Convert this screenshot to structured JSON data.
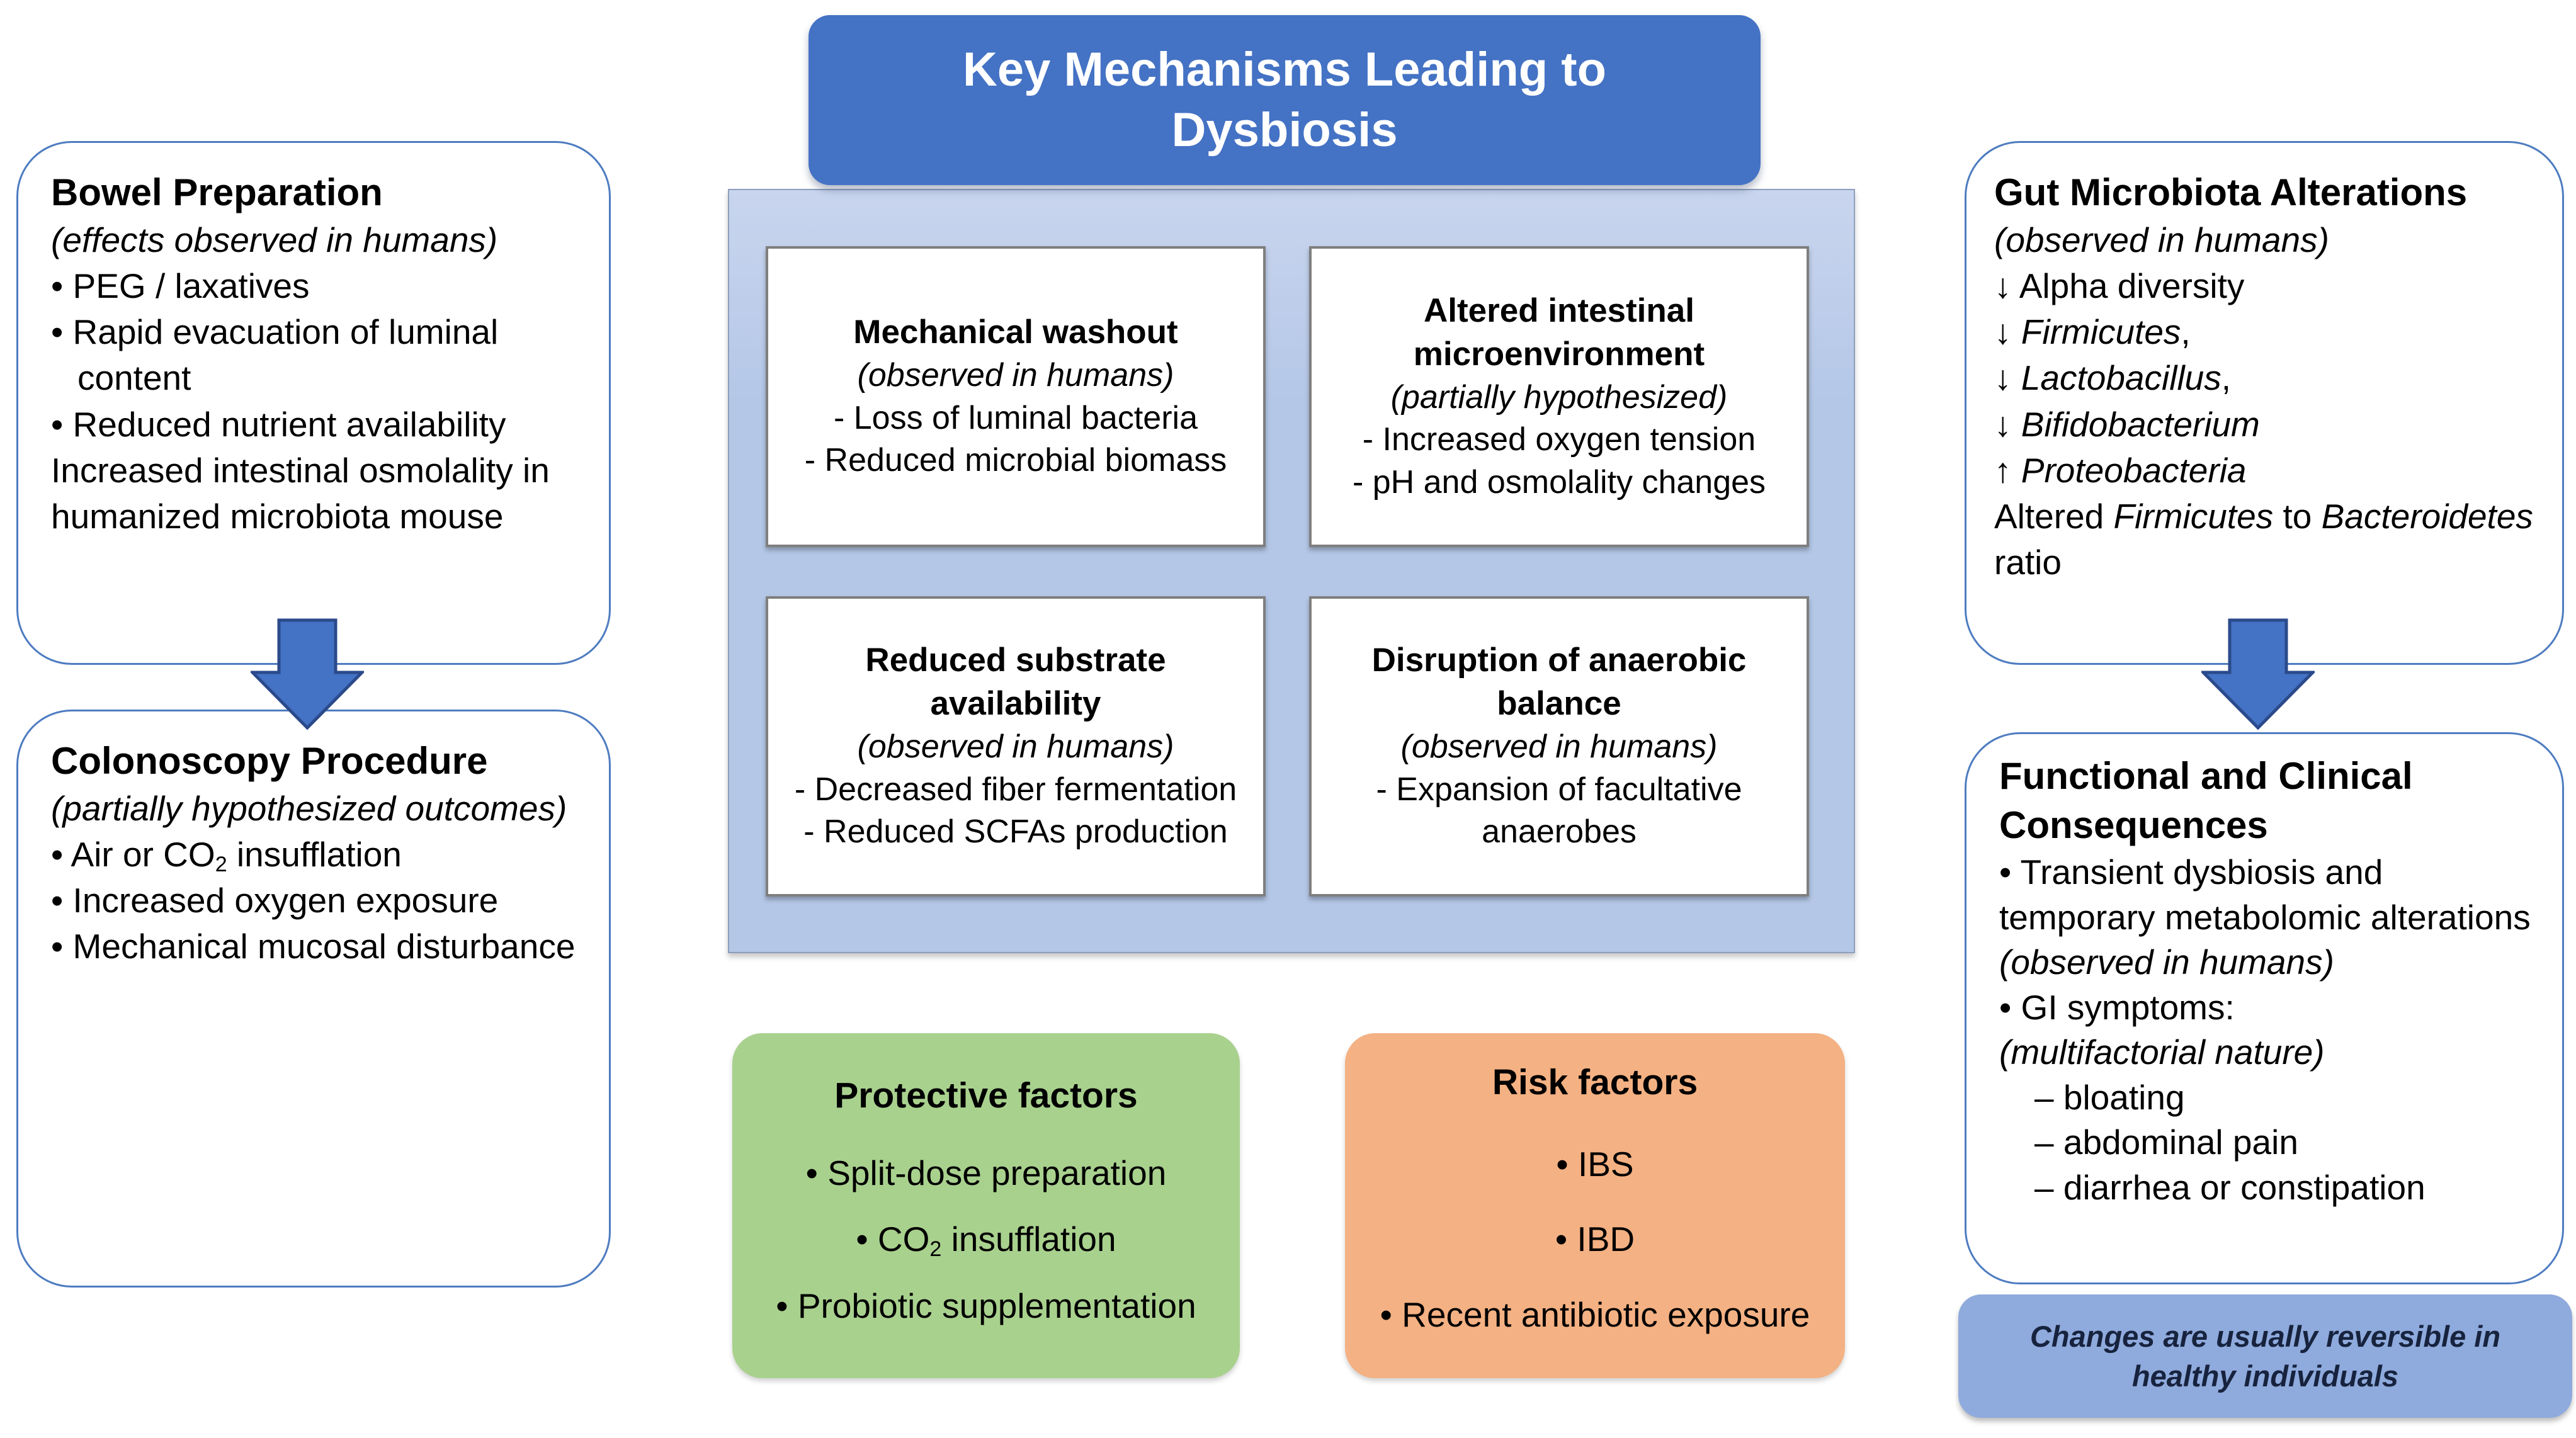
{
  "title": "Key Mechanisms Leading to Dysbiosis",
  "colors": {
    "accent_blue": "#4472C4",
    "panel_light_blue": "#B4C7E7",
    "note_blue": "#8FAADC",
    "protective_green": "#A9D18E",
    "risk_orange": "#F4B183",
    "white_box_border_gray": "#7F7F7F",
    "side_box_border_blue": "#4E7CC0"
  },
  "left_top": {
    "heading": "Bowel Preparation",
    "subheading": "(effects observed in humans)",
    "bullets": [
      "• PEG / laxatives",
      "• Rapid evacuation of luminal content",
      "• Reduced nutrient availability"
    ],
    "note": "Increased intestinal osmolality in humanized microbiota mouse"
  },
  "left_bottom": {
    "heading": "Colonoscopy Procedure",
    "subheading": "(partially hypothesized outcomes)",
    "bullets_rich": [
      [
        {
          "t": "• Air or CO"
        },
        {
          "t": "2",
          "s": "sub"
        },
        {
          "t": " insufflation"
        }
      ],
      [
        {
          "t": "• Increased oxygen exposure"
        }
      ],
      [
        {
          "t": "• Mechanical mucosal disturbance"
        }
      ]
    ]
  },
  "mechanisms": {
    "boxes": [
      {
        "heading": "Mechanical washout",
        "subheading": "(observed in humans)",
        "lines": [
          "- Loss of luminal bacteria",
          "- Reduced microbial biomass"
        ]
      },
      {
        "heading": "Altered intestinal microenvironment",
        "subheading": "(partially hypothesized)",
        "lines": [
          "- Increased oxygen tension",
          "- pH and osmolality changes"
        ]
      },
      {
        "heading": "Reduced substrate availability",
        "subheading": "(observed in humans)",
        "lines": [
          "- Decreased fiber fermentation",
          "- Reduced SCFAs production"
        ]
      },
      {
        "heading": "Disruption of anaerobic balance",
        "subheading": "(observed in humans)",
        "lines": [
          "- Expansion of facultative anaerobes"
        ]
      }
    ]
  },
  "protective": {
    "heading": "Protective factors",
    "bullets_rich": [
      [
        {
          "t": "• Split-dose preparation"
        }
      ],
      [
        {
          "t": "• CO"
        },
        {
          "t": "2",
          "s": "sub"
        },
        {
          "t": " insufflation"
        }
      ],
      [
        {
          "t": "• Probiotic supplementation"
        }
      ]
    ]
  },
  "risk": {
    "heading": "Risk factors",
    "bullets": [
      "• IBS",
      "• IBD",
      "• Recent antibiotic exposure"
    ]
  },
  "right_top": {
    "heading": "Gut Microbiota Alterations",
    "subheading": "(observed in humans)",
    "lines_rich": [
      [
        {
          "t": "↓ Alpha diversity"
        }
      ],
      [
        {
          "t": "↓ "
        },
        {
          "t": "Firmicutes",
          "s": "i"
        },
        {
          "t": ","
        }
      ],
      [
        {
          "t": "↓ "
        },
        {
          "t": "Lactobacillus",
          "s": "i"
        },
        {
          "t": ","
        }
      ],
      [
        {
          "t": "↓ "
        },
        {
          "t": "Bifidobacterium",
          "s": "i"
        }
      ],
      [
        {
          "t": "↑ "
        },
        {
          "t": "Proteobacteria",
          "s": "i"
        }
      ],
      [
        {
          "t": "Altered "
        },
        {
          "t": "Firmicutes",
          "s": "i"
        },
        {
          "t": " to "
        },
        {
          "t": "Bacteroidetes",
          "s": "i"
        },
        {
          "t": " ratio"
        }
      ]
    ]
  },
  "right_bottom": {
    "heading": "Functional and Clinical Consequences",
    "items_rich": [
      [
        {
          "t": "• Transient dysbiosis and temporary metabolomic alterations "
        },
        {
          "t": "(observed in humans)",
          "s": "i"
        }
      ],
      [
        {
          "t": "• GI symptoms:"
        }
      ],
      [
        {
          "t": "(multifactorial nature)",
          "s": "i"
        }
      ]
    ],
    "sub_items": [
      "– bloating",
      "– abdominal pain",
      "– diarrhea or constipation"
    ]
  },
  "footer_note": "Changes are usually reversible in healthy individuals"
}
